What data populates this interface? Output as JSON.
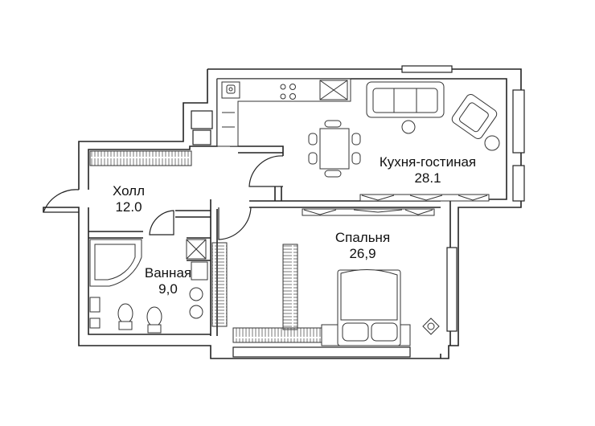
{
  "rooms": {
    "living": {
      "name": "Кухня-гостиная",
      "area": "28.1"
    },
    "hall": {
      "name": "Холл",
      "area": "12.0"
    },
    "bathroom": {
      "name": "Ванная",
      "area": "9,0"
    },
    "bedroom": {
      "name": "Спальня",
      "area": "26,9"
    }
  }
}
